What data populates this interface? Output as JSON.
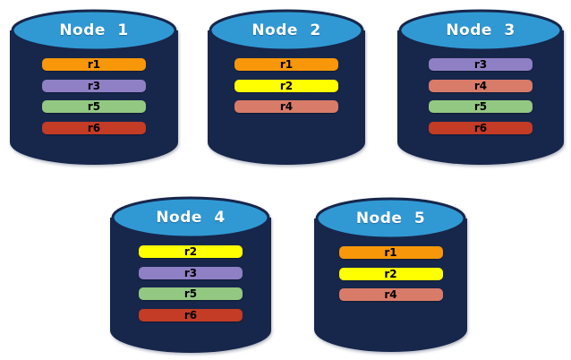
{
  "colors": {
    "background": "#FFFFFF",
    "cylinder_body": "#17264B",
    "cylinder_top": "#3099D4",
    "node_label_text": "#FFFFFF",
    "replica_label_text": "#000000"
  },
  "replica_colors": {
    "r1": "#F79709",
    "r2": "#FFFF00",
    "r3": "#8F80C6",
    "r4": "#D97B69",
    "r5": "#93C882",
    "r6": "#C43B26"
  },
  "nodes": [
    {
      "label": "Node 1",
      "replicas": [
        {
          "id": "r1",
          "label": "r1",
          "color": "#F79709"
        },
        {
          "id": "r3",
          "label": "r3",
          "color": "#8F80C6"
        },
        {
          "id": "r5",
          "label": "r5",
          "color": "#93C882"
        },
        {
          "id": "r6",
          "label": "r6",
          "color": "#C43B26"
        }
      ]
    },
    {
      "label": "Node 2",
      "replicas": [
        {
          "id": "r1",
          "label": "r1",
          "color": "#F79709"
        },
        {
          "id": "r2",
          "label": "r2",
          "color": "#FFFF00"
        },
        {
          "id": "r4",
          "label": "r4",
          "color": "#D97B69"
        }
      ]
    },
    {
      "label": "Node 3",
      "replicas": [
        {
          "id": "r3",
          "label": "r3",
          "color": "#8F80C6"
        },
        {
          "id": "r4",
          "label": "r4",
          "color": "#D97B69"
        },
        {
          "id": "r5",
          "label": "r5",
          "color": "#93C882"
        },
        {
          "id": "r6",
          "label": "r6",
          "color": "#C43B26"
        }
      ]
    },
    {
      "label": "Node 4",
      "replicas": [
        {
          "id": "r2",
          "label": "r2",
          "color": "#FFFF00"
        },
        {
          "id": "r3",
          "label": "r3",
          "color": "#8F80C6"
        },
        {
          "id": "r5",
          "label": "r5",
          "color": "#93C882"
        },
        {
          "id": "r6",
          "label": "r6",
          "color": "#C43B26"
        }
      ]
    },
    {
      "label": "Node 5",
      "replicas": [
        {
          "id": "r1",
          "label": "r1",
          "color": "#F79709"
        },
        {
          "id": "r2",
          "label": "r2",
          "color": "#FFFF00"
        },
        {
          "id": "r4",
          "label": "r4",
          "color": "#D97B69"
        }
      ]
    }
  ]
}
